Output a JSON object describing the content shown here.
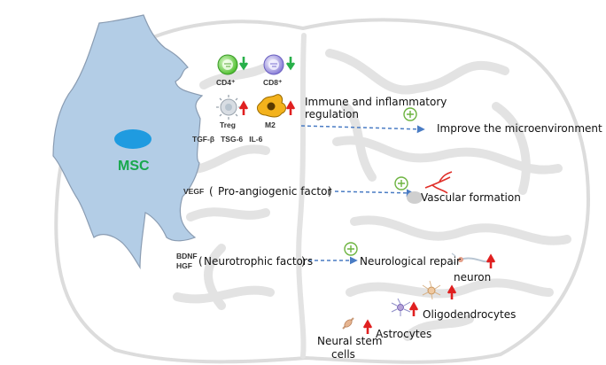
{
  "msc": {
    "label": "MSC",
    "cell_color": "#b3cde6",
    "nucleus_color": "#1f9be0",
    "label_color": "#18a84d"
  },
  "immune": {
    "cd4": "CD4⁺",
    "cd8": "CD8⁺",
    "treg": "Treg",
    "m2": "M2",
    "cytokines": "TGF-β   TSG-6   IL-6",
    "effect_line1": "Immune and inflammatory",
    "effect_line2": "regulation",
    "outcome": "Improve the microenvironment"
  },
  "angio": {
    "prefix": "VEGF",
    "factor": "Pro-angiogenic factor",
    "outcome": "Vascular formation"
  },
  "neuro": {
    "prefix_line1": "BDNF",
    "prefix_line2": "HGF",
    "factor": "Neurotrophic factors",
    "outcome": "Neurological repair"
  },
  "cells": {
    "neuron": "neuron",
    "oligodendrocytes": "Oligodendrocytes",
    "astrocytes": "Astrocytes",
    "neural_stem_line1": "Neural stem",
    "neural_stem_line2": "cells"
  },
  "colors": {
    "up_arrow": "#e02020",
    "down_arrow": "#28b04a",
    "plus": "#6cb33f",
    "dash_arrow": "#4a7cc4"
  }
}
